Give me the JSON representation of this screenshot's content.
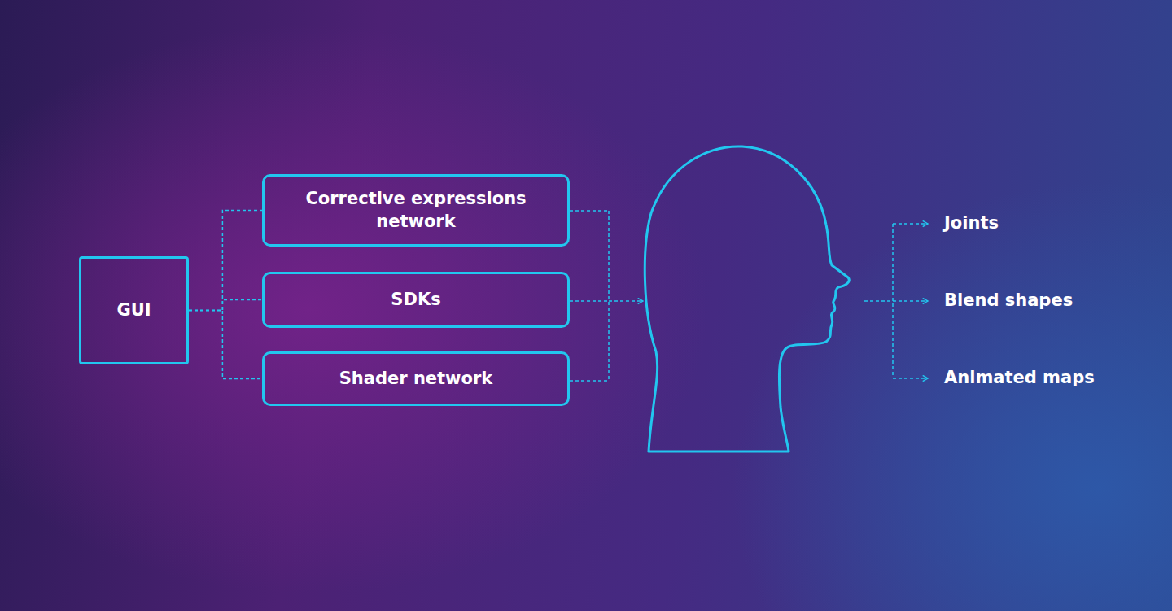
{
  "diagram": {
    "nodes": [
      {
        "text": [
          "GUI"
        ]
      },
      {
        "text": [
          "Corrective expressions network"
        ]
      },
      {
        "text": [
          "SDKs"
        ]
      },
      {
        "text": [
          "Shader network"
        ]
      }
    ],
    "edges": [
      {
        "from": 0,
        "to": 1,
        "arrow": "none"
      },
      {
        "from": 0,
        "to": 2,
        "arrow": "none"
      },
      {
        "from": 0,
        "to": 3,
        "arrow": "none"
      }
    ],
    "labels": [
      "Joints",
      "Blend shapes",
      "Animated maps"
    ]
  }
}
